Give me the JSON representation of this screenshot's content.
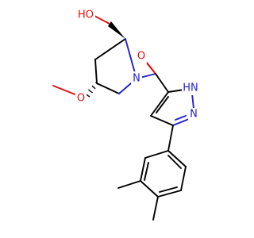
{
  "molecule": {
    "atoms": {
      "hydroxyl": "HO",
      "ring_nitrogen": "N",
      "carbonyl_oxygen": "O",
      "methoxy_oxygen": "O",
      "pyrazole_nh": "HN",
      "pyrazole_n": "N"
    },
    "colors": {
      "bond": "#000000",
      "nitrogen": "#1f1fd6",
      "oxygen": "#e01010",
      "background": "#ffffff"
    }
  }
}
